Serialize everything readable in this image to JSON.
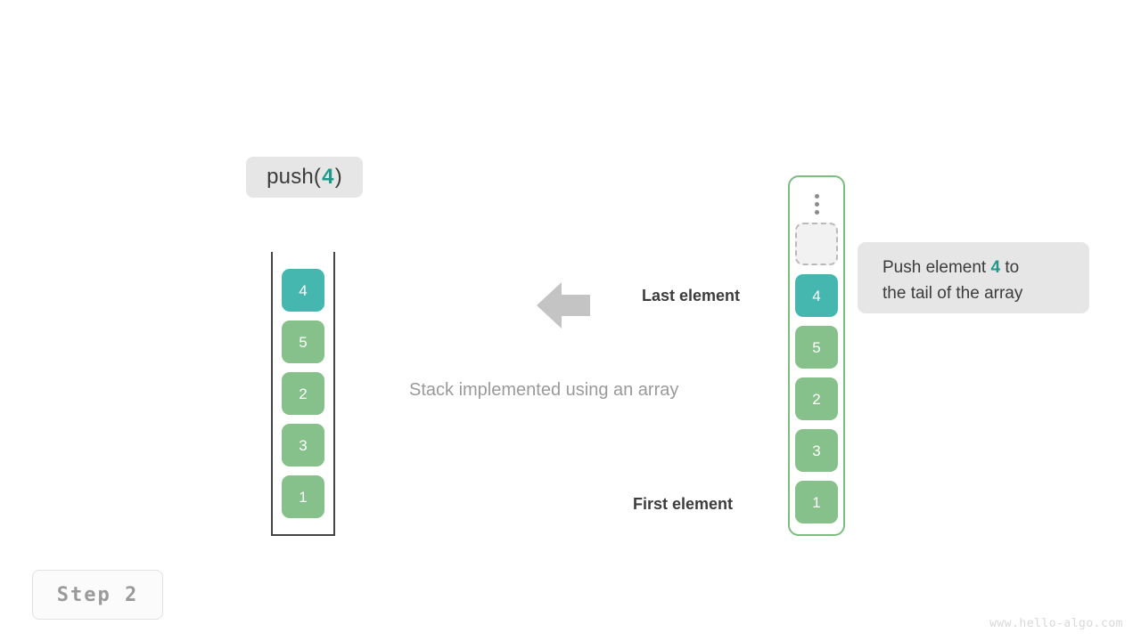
{
  "operation": {
    "prefix": "push(",
    "argument": "4",
    "suffix": ")"
  },
  "stack": {
    "title": "Stack implemented using an array",
    "cells": [
      {
        "value": "4",
        "style": "teal"
      },
      {
        "value": "5",
        "style": "green"
      },
      {
        "value": "2",
        "style": "green"
      },
      {
        "value": "3",
        "style": "green"
      },
      {
        "value": "1",
        "style": "green"
      }
    ]
  },
  "array": {
    "overflow_icon": "vertical-ellipsis-icon",
    "cells": [
      {
        "value": "",
        "style": "empty"
      },
      {
        "value": "4",
        "style": "teal"
      },
      {
        "value": "5",
        "style": "green"
      },
      {
        "value": "2",
        "style": "green"
      },
      {
        "value": "3",
        "style": "green"
      },
      {
        "value": "1",
        "style": "green"
      }
    ]
  },
  "labels": {
    "last_element": "Last element",
    "first_element": "First element"
  },
  "note": {
    "line1_prefix": "Push element ",
    "line1_argument": "4",
    "line1_suffix": " to",
    "line2": "the tail of the array"
  },
  "step": {
    "label": "Step 2"
  },
  "watermark": "www.hello-algo.com",
  "colors": {
    "accent_teal": "#45b7ae",
    "accent_green": "#86c08a",
    "code_green": "#20998c",
    "arrow_gray": "#c4c4c4",
    "panel_gray": "#e6e6e6",
    "text_dark": "#3c3c3c",
    "text_muted": "#9a9a9a"
  }
}
